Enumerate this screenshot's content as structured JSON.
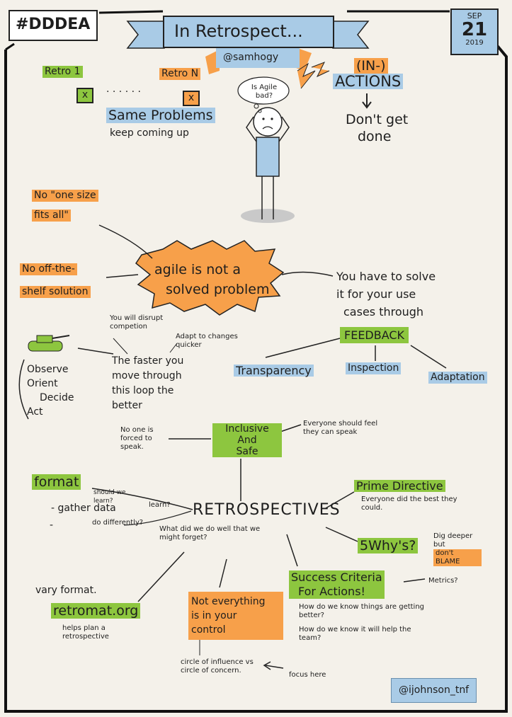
{
  "header": {
    "hashtag": "#DDDEA",
    "title": "In Retrospect...",
    "speaker": "@samhogy",
    "date": {
      "month": "SEP",
      "day": "21",
      "year": "2019"
    }
  },
  "top": {
    "retro1": "Retro 1",
    "retroN": "Retro N",
    "x_mark": "x",
    "dots": ". . . . . .",
    "same_problems": "Same Problems",
    "keep_coming": "keep coming up",
    "thought": "Is Agile bad?",
    "in": "(IN-)",
    "actions": "ACTIONS",
    "dont_get": "Don't get",
    "done": "done"
  },
  "agile": {
    "one_size_1": "No \"one size",
    "one_size_2": "fits all\"",
    "offshelf_1": "No off-the-",
    "offshelf_2": "shelf solution",
    "burst_1": "agile is not a",
    "burst_2": "solved problem",
    "solve_1": "You have to solve",
    "solve_2": "it for your use",
    "solve_3": "cases through",
    "feedback": "FEEDBACK",
    "transparency": "Transparency",
    "inspection": "Inspection",
    "adaptation": "Adaptation"
  },
  "ooda": {
    "disrupt": "You will disrupt competion",
    "adapt": "Adapt to changes quicker",
    "faster_1": "The faster you",
    "faster_2": "move through",
    "faster_3": "this loop the",
    "faster_4": "better",
    "observe": "Observe",
    "orient": "Orient",
    "decide": "Decide",
    "act": "Act"
  },
  "retro": {
    "inclusive": "Inclusive",
    "and": "And",
    "safe": "Safe",
    "no_one": "No one is forced to speak.",
    "everyone": "Everyone should feel they can speak",
    "format": "format",
    "gather": "- gather data",
    "should_learn": "should we learn?",
    "learn": "learn?",
    "do_diff": "do differently?",
    "dash": "-",
    "what_well": "What did we do well that we might forget?",
    "center": "RETROSPECTIVES",
    "prime": "Prime Directive",
    "prime_desc": "Everyone did the best they could.",
    "whys": "5Why's?",
    "dig": "Dig deeper but",
    "dont_blame": "don't BLAME",
    "success_1": "Success Criteria",
    "success_2": "For Actions!",
    "metrics": "Metrics?",
    "q1": "How do we know things are getting better?",
    "q2": "How do we know it will help the team?",
    "vary": "vary format.",
    "retromat": "retromat.org",
    "helps": "helps plan a retrospective",
    "not_everything_1": "Not everything",
    "not_everything_2": "is in your",
    "not_everything_3": "control",
    "circle": "circle of influence vs circle of concern.",
    "focus": "focus here",
    "author": "@ijohnson_tnf"
  },
  "colors": {
    "green": "#8dc63f",
    "orange": "#f7a04a",
    "blue": "#a9cbe6"
  }
}
